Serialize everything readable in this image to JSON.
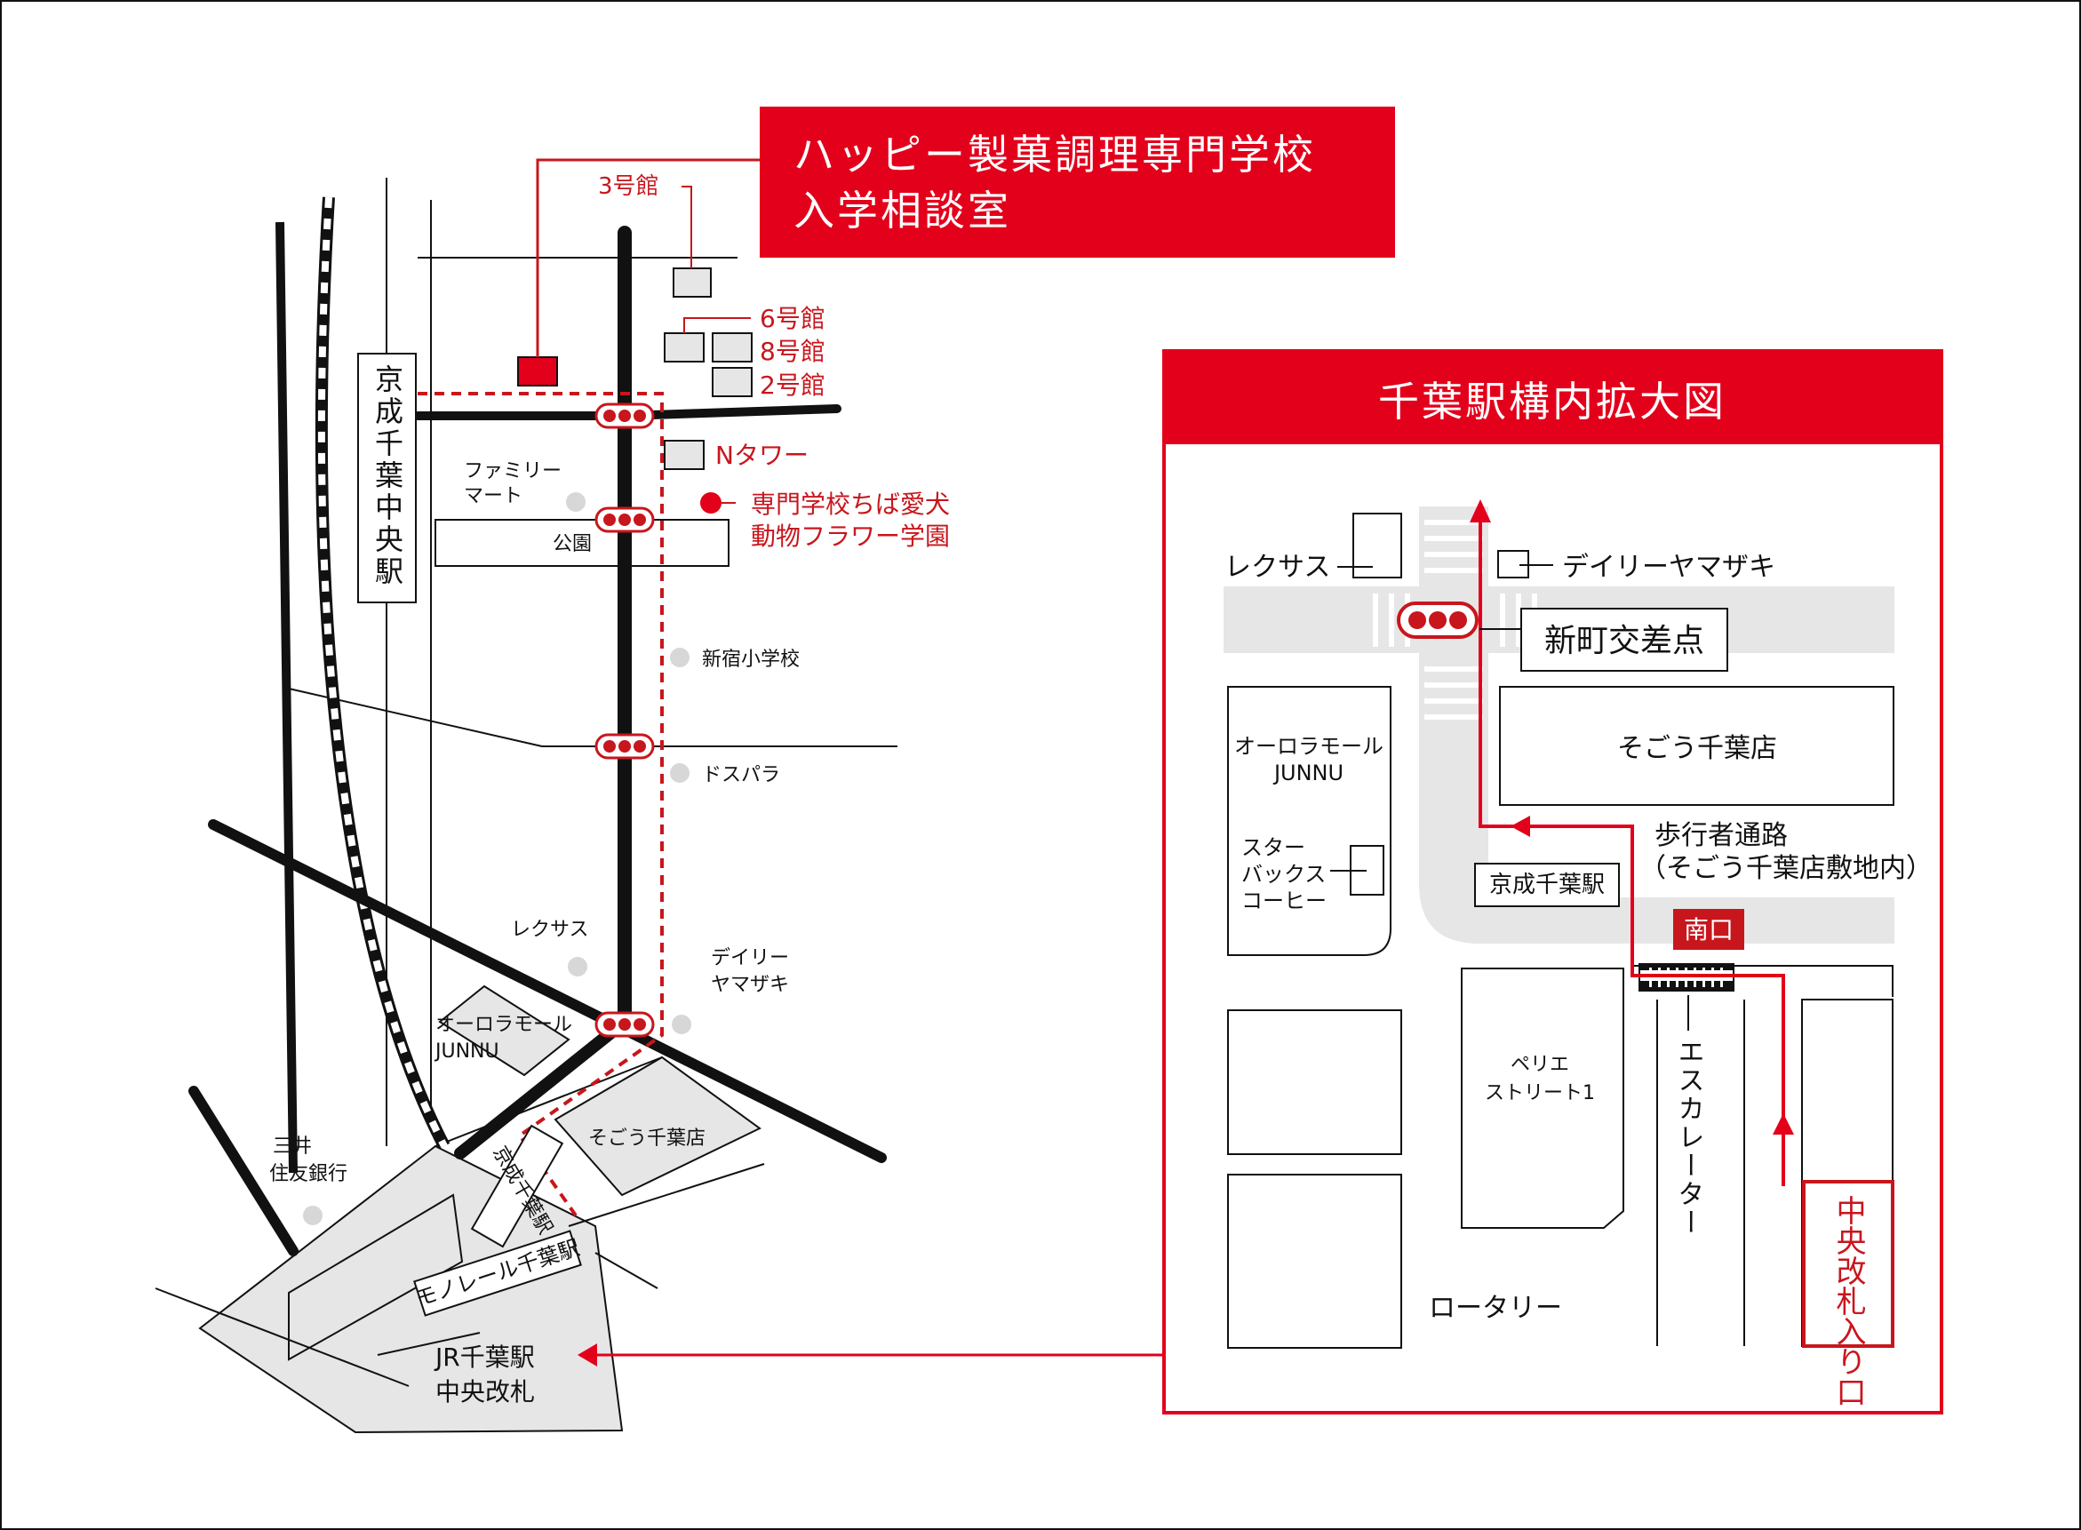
{
  "colors": {
    "red": "#e3001b",
    "dark_red": "#c8161d",
    "black": "#111111",
    "gray_fill": "#e6e6e6",
    "gray_mid": "#cfcfcf",
    "gray_dot": "#d7d7d7"
  },
  "banner": {
    "line1": "ハッピー製菓調理専門学校",
    "line2": "入学相談室"
  },
  "buildings": {
    "bldg3": "3号館",
    "bldg6": "6号館",
    "bldg8": "8号館",
    "bldg2": "2号館",
    "n_tower": "Nタワー",
    "aiken_line1": "専門学校ちば愛犬",
    "aiken_line2": "動物フラワー学園"
  },
  "main_map": {
    "keisei_chiba_chuo": "京成千葉中央駅",
    "family_mart_line1": "ファミリー",
    "family_mart_line2": "マート",
    "park": "公園",
    "shinjuku_school": "新宿小学校",
    "dospara": "ドスパラ",
    "lexus": "レクサス",
    "daily_line1": "デイリー",
    "daily_line2": "ヤマザキ",
    "aurora_line1": "オーロラモール",
    "aurora_line2": "JUNNU",
    "keisei_chiba": "京成千葉駅",
    "sogo": "そごう千葉店",
    "smbc_line1": "三井",
    "smbc_line2": "住友銀行",
    "monorail": "モノレール千葉駅",
    "jr_line1": "JR千葉駅",
    "jr_line2": "中央改札"
  },
  "inset": {
    "title": "千葉駅構内拡大図",
    "lexus": "レクサス",
    "daily": "デイリーヤマザキ",
    "intersection": "新町交差点",
    "aurora_line1": "オーロラモール",
    "aurora_line2": "JUNNU",
    "starbucks_line1": "スター",
    "starbucks_line2": "バックス",
    "starbucks_line3": "コーヒー",
    "sogo": "そごう千葉店",
    "walkway_line1": "歩行者通路",
    "walkway_line2": "（そごう千葉店敷地内）",
    "keisei_chiba": "京成千葉駅",
    "south_exit": "南口",
    "perie_line1": "ペリエ",
    "perie_line2": "ストリート1",
    "escalator": "エスカレーター",
    "central_gate_entry": "中央改札入り口",
    "rotary": "ロータリー"
  }
}
